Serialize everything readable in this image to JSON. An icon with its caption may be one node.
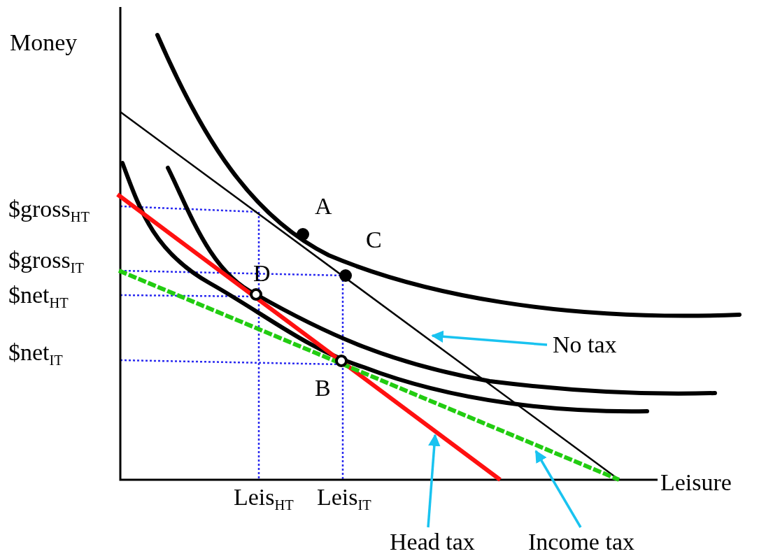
{
  "diagram": {
    "nodes": [
      {
        "text": [
          "No tax"
        ]
      },
      {
        "text": [
          "Head tax"
        ]
      },
      {
        "text": [
          "Income tax"
        ]
      }
    ],
    "edges": [
      {
        "from": 0,
        "to": null,
        "arrow": "to"
      },
      {
        "from": 1,
        "to": null,
        "arrow": "to"
      },
      {
        "from": 2,
        "to": null,
        "arrow": "to"
      }
    ],
    "labels": [
      "Money",
      "A",
      "C",
      "$gross$_{HT}$",
      "$gross$_{IT}$",
      "D",
      "$net$_{HT}$",
      "$net$_{IT}$",
      "B",
      "Leis$_{HT}$",
      "Leis$_{IT}$",
      "Leisure"
    ]
  }
}
